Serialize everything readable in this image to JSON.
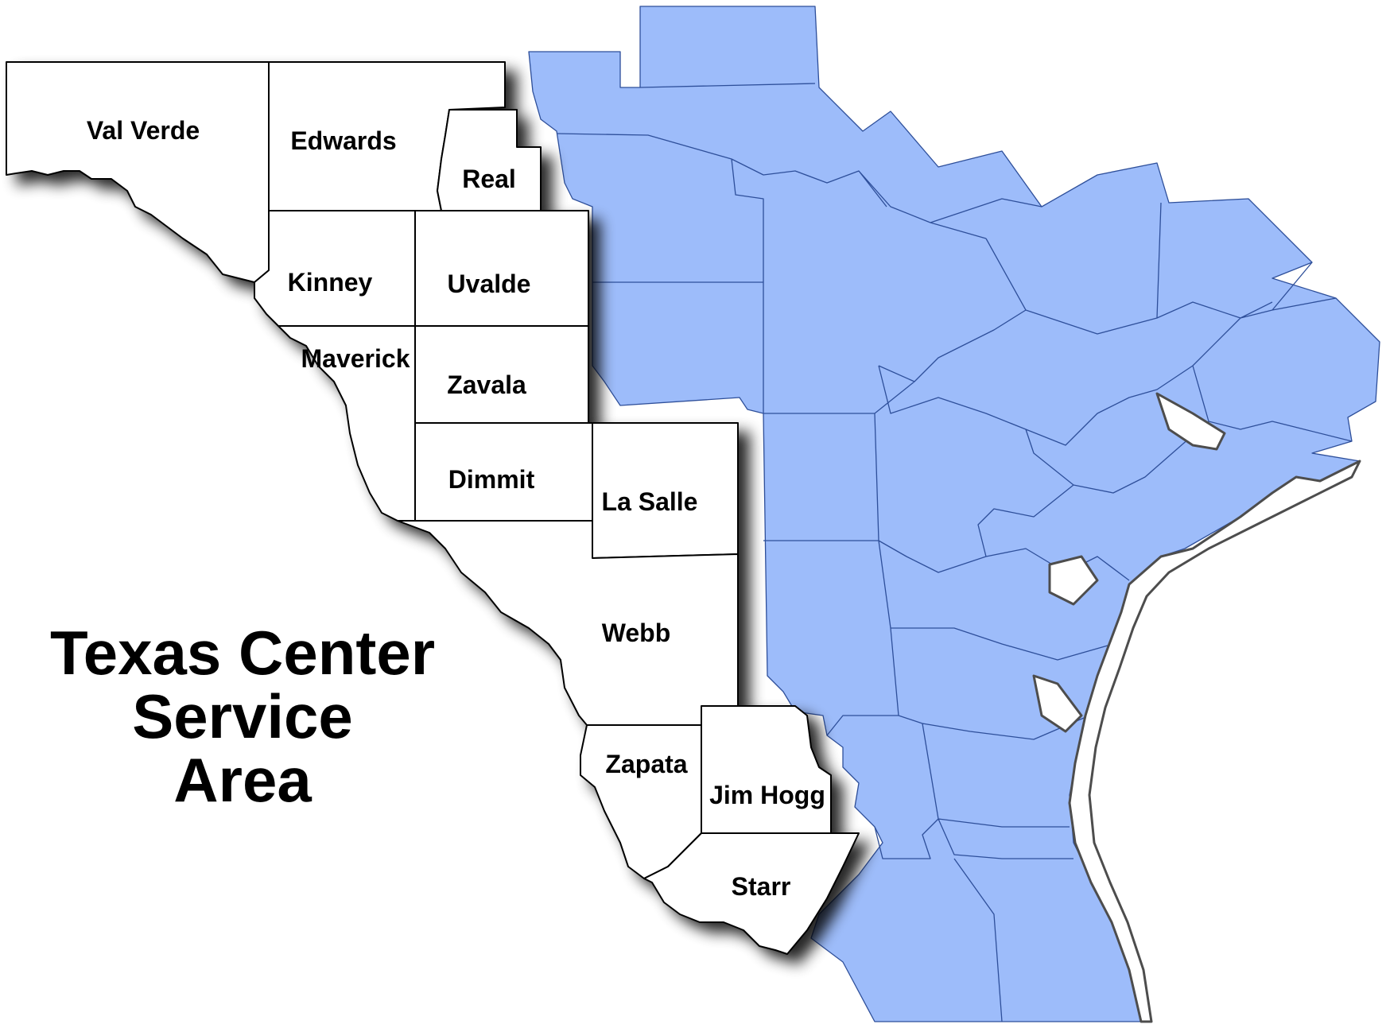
{
  "title": {
    "lines": [
      "Texas Center",
      "Service",
      "Area"
    ]
  },
  "counties": [
    "Val Verde",
    "Edwards",
    "Real",
    "Kinney",
    "Uvalde",
    "Maverick",
    "Zavala",
    "Dimmit",
    "La Salle",
    "Webb",
    "Zapata",
    "Jim Hogg",
    "Starr"
  ],
  "colors": {
    "service_area_fill": "#ffffff",
    "outside_area_fill": "#9dbcfa",
    "outside_area_border": "#2e4f9a",
    "service_area_border": "#000000",
    "text": "#000000"
  }
}
